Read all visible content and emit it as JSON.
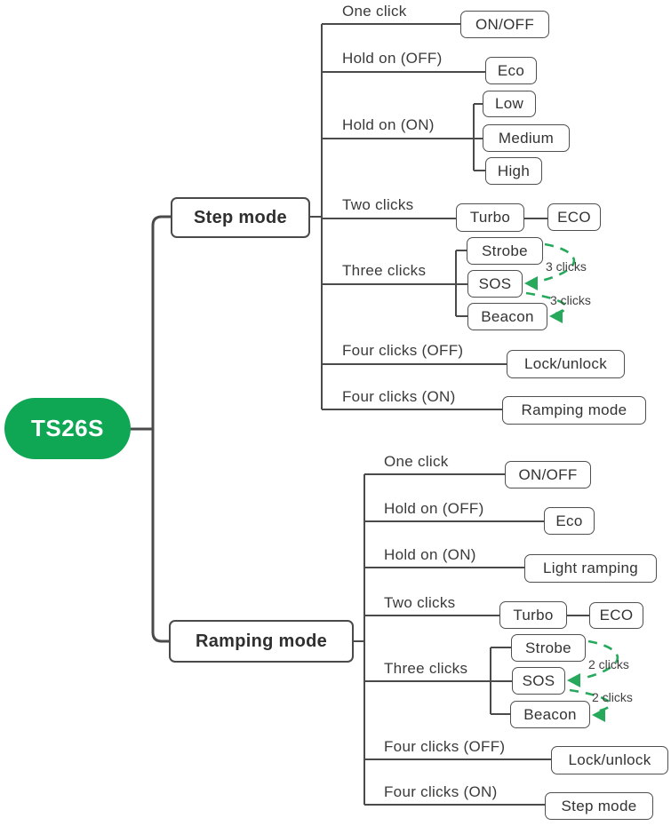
{
  "colors": {
    "root_green": "#0FA654",
    "arrow_green": "#27A95C",
    "line_gray": "#4A4A4A",
    "text_gray": "#3A3A3A"
  },
  "root": {
    "label": "TS26S"
  },
  "step": {
    "title": "Step mode",
    "branches": [
      "One click",
      "Hold on (OFF)",
      "Hold on (ON)",
      "Two clicks",
      "Three clicks",
      "Four clicks (OFF)",
      "Four clicks (ON)"
    ],
    "nodes": {
      "on_off": "ON/OFF",
      "eco_hold": "Eco",
      "low": "Low",
      "medium": "Medium",
      "high": "High",
      "turbo": "Turbo",
      "eco_after_turbo": "ECO",
      "strobe": "Strobe",
      "sos": "SOS",
      "beacon": "Beacon",
      "lock": "Lock/unlock",
      "switch_mode": "Ramping mode"
    },
    "cycle_note": "3 clicks"
  },
  "ramping": {
    "title": "Ramping mode",
    "branches": [
      "One click",
      "Hold on (OFF)",
      "Hold on (ON)",
      "Two clicks",
      "Three clicks",
      "Four clicks (OFF)",
      "Four clicks (ON)"
    ],
    "nodes": {
      "on_off": "ON/OFF",
      "eco_hold": "Eco",
      "light_ramping": "Light ramping",
      "turbo": "Turbo",
      "eco_after_turbo": "ECO",
      "strobe": "Strobe",
      "sos": "SOS",
      "beacon": "Beacon",
      "lock": "Lock/unlock",
      "switch_mode": "Step mode"
    },
    "cycle_note": "2 clicks"
  }
}
